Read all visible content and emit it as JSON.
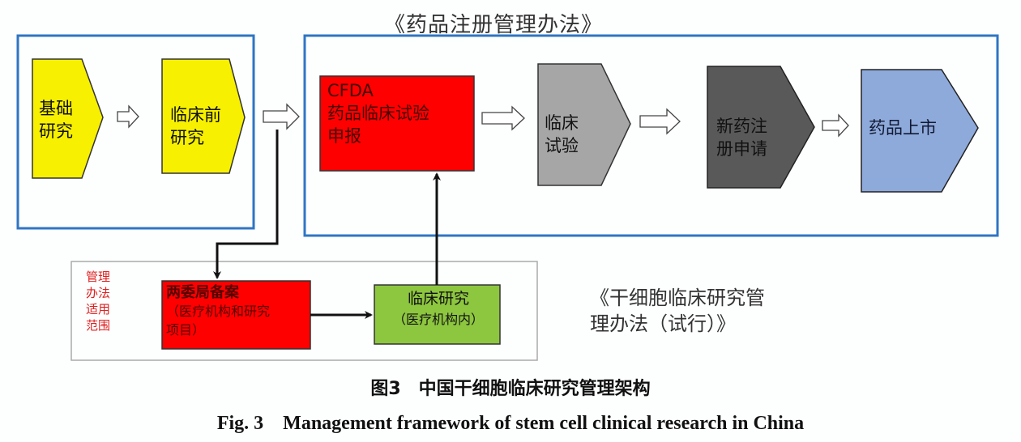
{
  "diagram": {
    "top_right_title": "《药品注册管理办法》",
    "side_title_line1": "《干细胞临床研究管",
    "side_title_line2": "理办法（试行）》",
    "scope_label": [
      "管理",
      "办法",
      "适用",
      "范围"
    ],
    "nodes": {
      "basic_research": {
        "line1": "基础",
        "line2": "研究",
        "color": "#f7f000"
      },
      "preclinical_research": {
        "line1": "临床前",
        "line2": "研究",
        "color": "#f7f000"
      },
      "cfda_application": {
        "line1": "CFDA",
        "line2": "药品临床试验",
        "line3": "申报",
        "color": "#ff0000"
      },
      "clinical_trial": {
        "line1": "临床",
        "line2": "试验",
        "color": "#a6a6a6"
      },
      "new_drug_registration": {
        "line1": "新药注",
        "line2": "册申请",
        "color": "#595959"
      },
      "drug_launch": {
        "line1": "药品上市",
        "color": "#8eaadb"
      },
      "two_committees_filing": {
        "line1": "两委局备案",
        "line2": "（医疗机构和研究",
        "line3": "项目）",
        "color": "#ff0000"
      },
      "clinical_research": {
        "line1": "临床研究",
        "line2": "（医疗机构内）",
        "color": "#8dc63f"
      }
    },
    "frame_color": "#2f75c4"
  },
  "caption": {
    "cn": "图3　中国干细胞临床研究管理架构",
    "en": "Fig. 3　Management framework of stem cell clinical research in China"
  }
}
